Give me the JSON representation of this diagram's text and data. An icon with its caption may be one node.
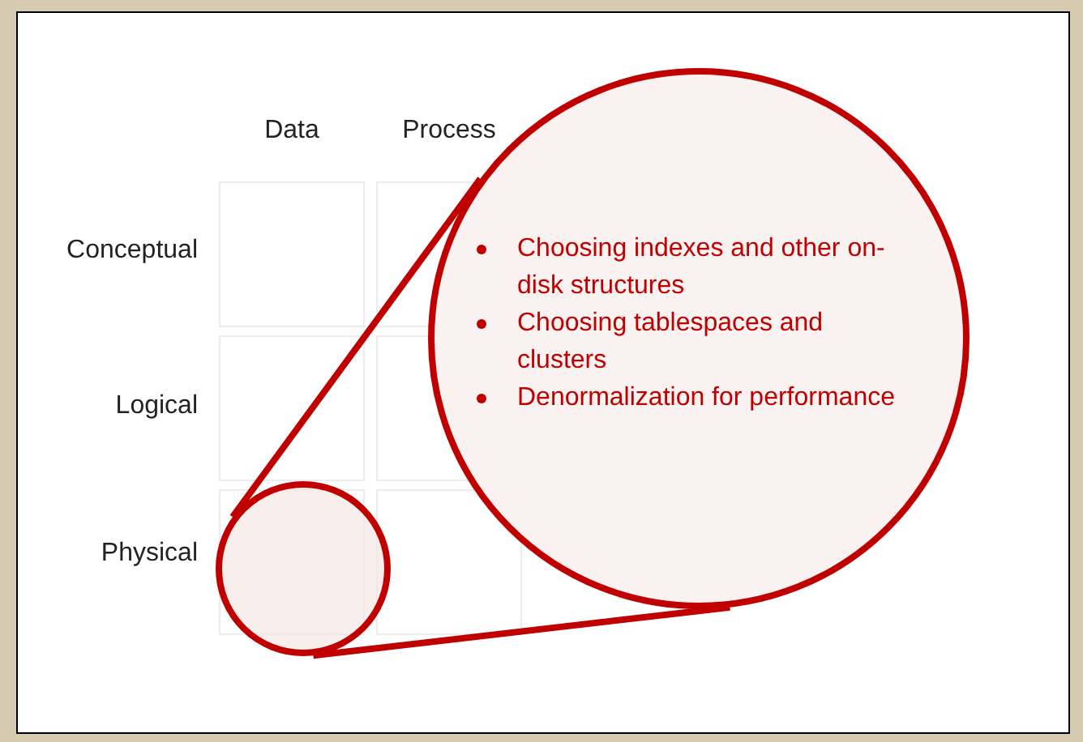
{
  "diagram": {
    "nodes": [
      {
        "text": [],
        "shape": "circle"
      },
      {
        "text": [
          "Choosing indexes and other on-disk structures",
          "Choosing tablespaces and clusters",
          "Denormalization for performance"
        ]
      }
    ],
    "edges": [
      {
        "from": 0,
        "to": 1,
        "arrow": "none"
      },
      {
        "from": 0,
        "to": 1,
        "arrow": "none"
      }
    ],
    "labels": [
      "Data",
      "Process",
      "Conceptual",
      "Logical",
      "Physical"
    ]
  }
}
